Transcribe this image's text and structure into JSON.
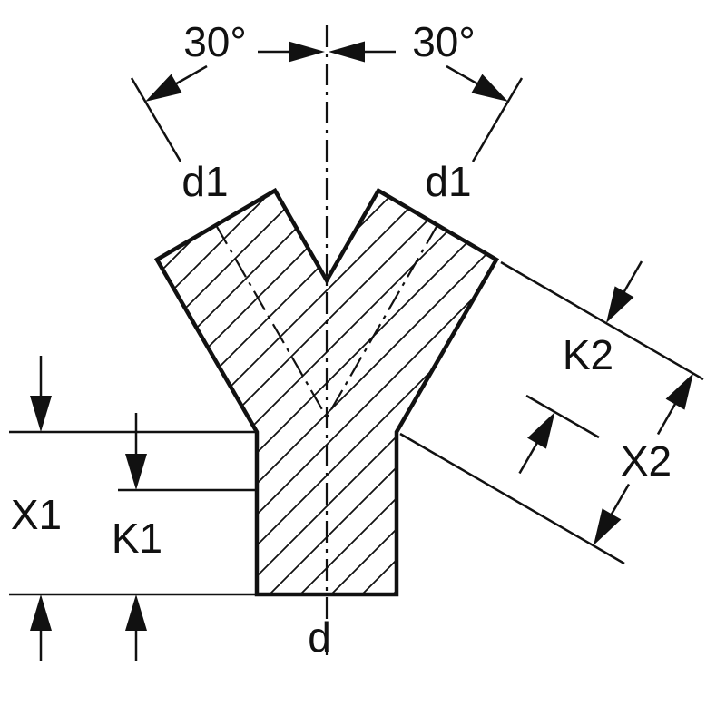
{
  "diagram": {
    "type": "technical-drawing",
    "description": "Cross-section of a Y-branch fitting with two 30° branches and dimension labels",
    "colors": {
      "line": "#111111",
      "background": "#ffffff"
    },
    "labels": {
      "angle_left": "30°",
      "angle_right": "30°",
      "d1_left": "d1",
      "d1_right": "d1",
      "K2": "K2",
      "X2": "X2",
      "X1": "X1",
      "K1": "K1",
      "d": "d"
    }
  }
}
